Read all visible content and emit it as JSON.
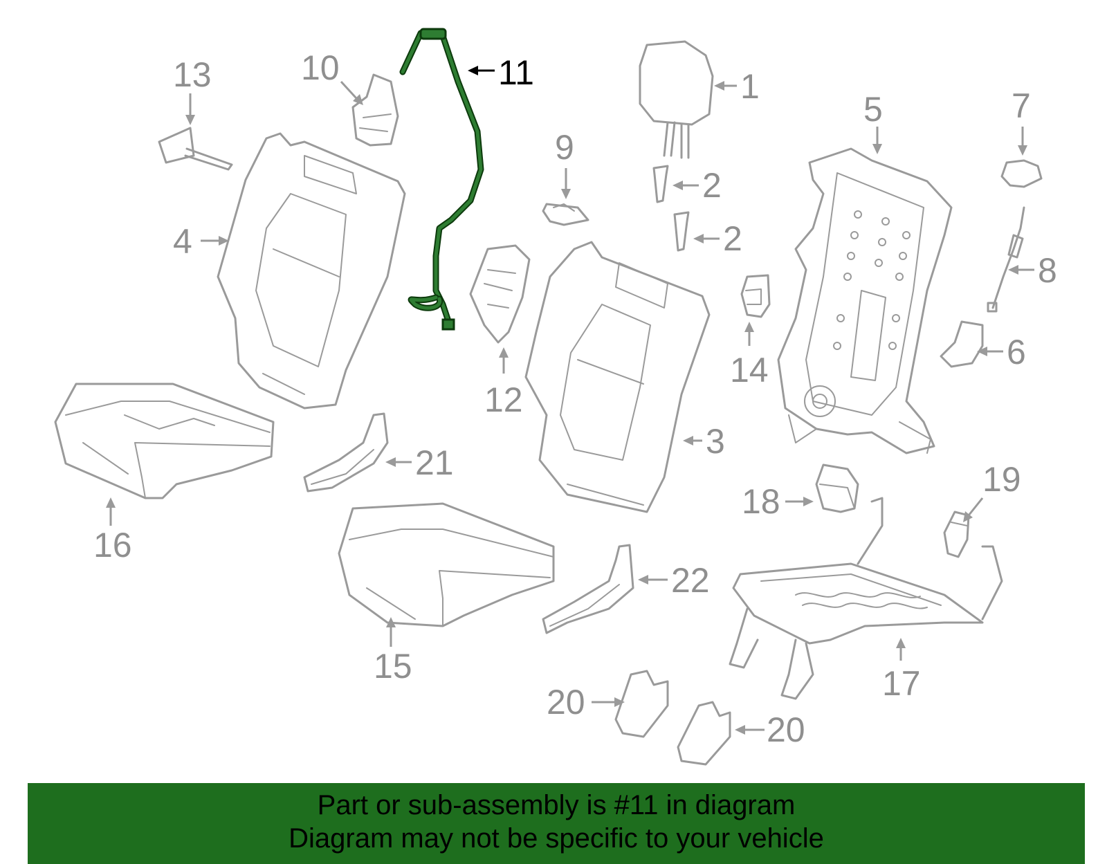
{
  "colors": {
    "banner_background": "#1e6e1e",
    "highlight_part": "#2e7d32",
    "part_outline": "#9a9a9a"
  },
  "highlighted_part": "11",
  "callouts": {
    "c1": "1",
    "c2a": "2",
    "c2b": "2",
    "c3": "3",
    "c4": "4",
    "c5": "5",
    "c6": "6",
    "c7": "7",
    "c8": "8",
    "c9": "9",
    "c10": "10",
    "c11": "11",
    "c12": "12",
    "c13": "13",
    "c14": "14",
    "c15": "15",
    "c16": "16",
    "c17": "17",
    "c18": "18",
    "c19": "19",
    "c20a": "20",
    "c20b": "20",
    "c21": "21",
    "c22": "22"
  },
  "banner": {
    "line1": "Part or sub-assembly is #11 in diagram",
    "line2": "Diagram may not be specific to your vehicle"
  }
}
